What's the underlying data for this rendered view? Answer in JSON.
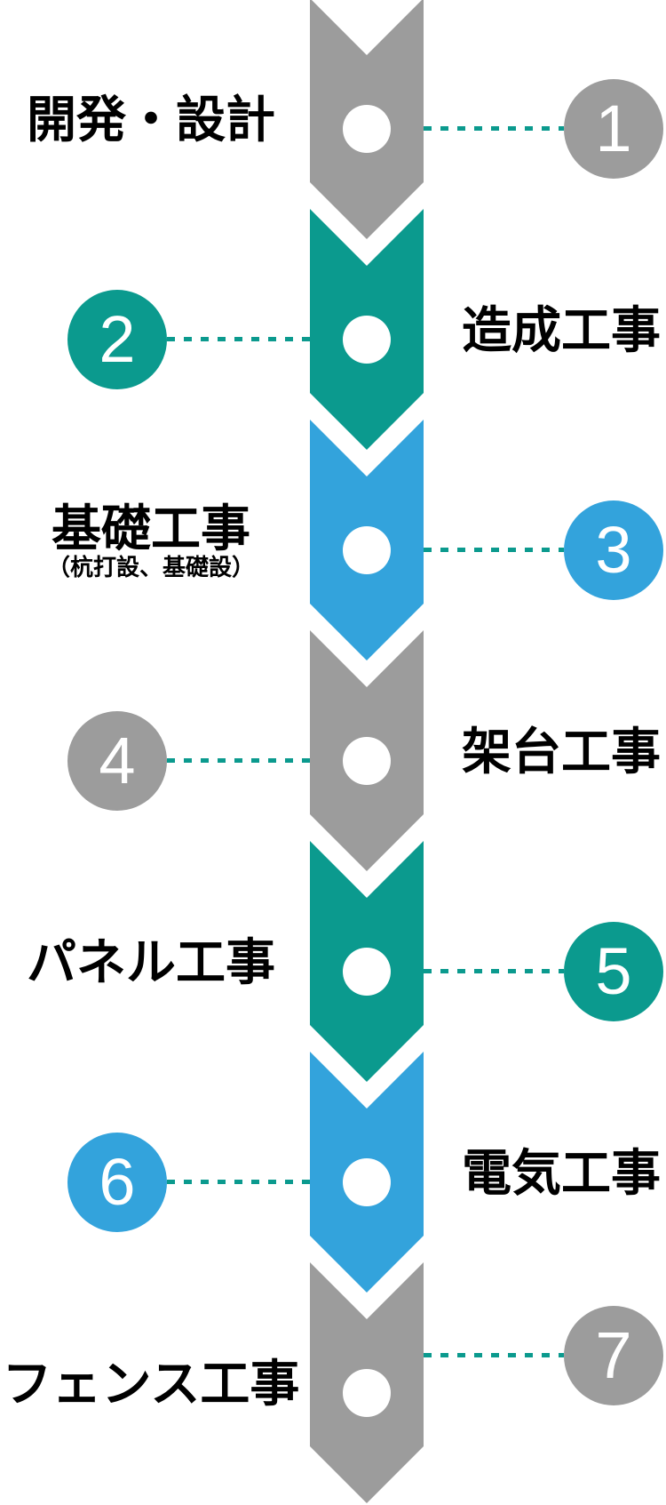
{
  "diagram": {
    "type": "vertical-process-flow",
    "palette": {
      "gray": "#9c9c9c",
      "teal": "#0b9a8e",
      "blue": "#33a3dc",
      "connector": "#0b9a8e",
      "node": "#ffffff",
      "text": "#000000"
    },
    "steps": [
      {
        "number": "1",
        "label": "開発・設計",
        "sub": "",
        "color": "gray",
        "text_side": "left"
      },
      {
        "number": "2",
        "label": "造成工事",
        "sub": "",
        "color": "teal",
        "text_side": "right"
      },
      {
        "number": "3",
        "label": "基礎工事",
        "sub": "（杭打設、基礎設）",
        "color": "blue",
        "text_side": "left"
      },
      {
        "number": "4",
        "label": "架台工事",
        "sub": "",
        "color": "gray",
        "text_side": "right"
      },
      {
        "number": "5",
        "label": "パネル工事",
        "sub": "",
        "color": "teal",
        "text_side": "left"
      },
      {
        "number": "6",
        "label": "電気工事",
        "sub": "",
        "color": "blue",
        "text_side": "right"
      },
      {
        "number": "7",
        "label": "フェンス工事",
        "sub": "",
        "color": "gray",
        "text_side": "left"
      }
    ]
  }
}
